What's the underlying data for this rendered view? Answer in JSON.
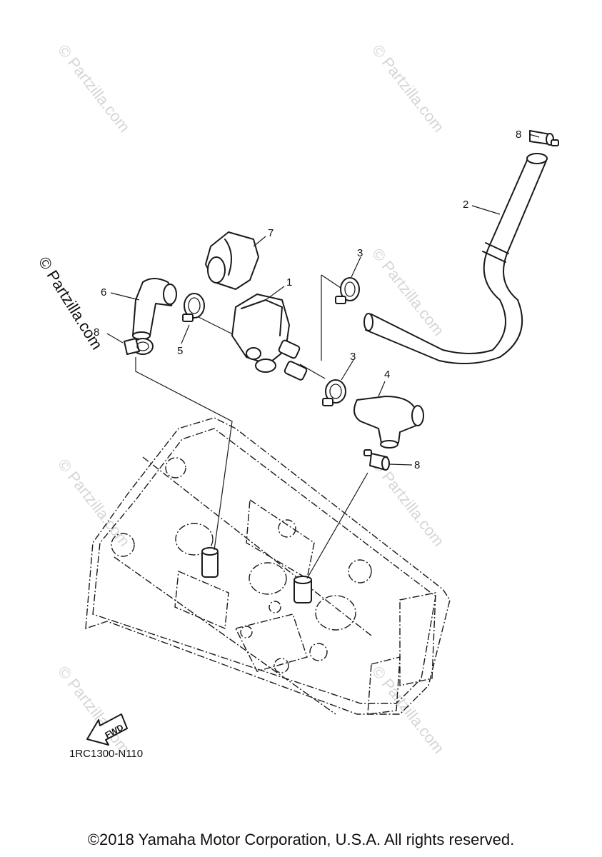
{
  "diagram_code": "1RC1300-N110",
  "copyright": "©2018 Yamaha Motor Corporation, U.S.A. All rights reserved.",
  "watermark": "© Partzilla.com",
  "fwd_label": "FWD",
  "callouts": {
    "c1": "1",
    "c2": "2",
    "c3a": "3",
    "c3b": "3",
    "c4": "4",
    "c5": "5",
    "c6": "6",
    "c7": "7",
    "c8a": "8",
    "c8b": "8",
    "c8c": "8"
  }
}
